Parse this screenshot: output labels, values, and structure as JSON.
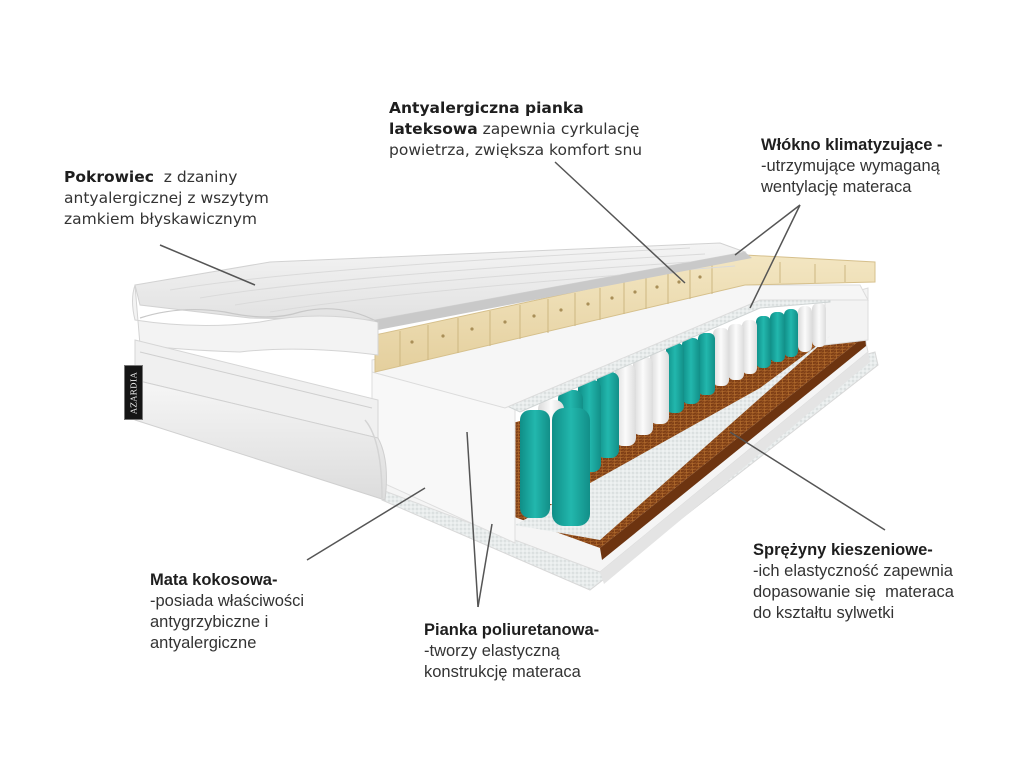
{
  "brand": {
    "label": "AZARDIA"
  },
  "colors": {
    "background": "#ffffff",
    "text": "#333333",
    "leader_line": "#555555",
    "latex": "#efe0b8",
    "spring_teal": "#1aa9a0",
    "spring_white": "#f2f2f2",
    "coconut": "#8a4a1c",
    "foam": "#f7f7f7",
    "brand_tag": "#151515"
  },
  "callouts": {
    "pokrowiec": {
      "title": "Pokrowiec",
      "line1_rest": "  z dzaniny",
      "line2": "antyalergicznej z wszytym",
      "line3": "zamkiem błyskawicznym"
    },
    "latex": {
      "title_line1": "Antyalergiczna pianka",
      "title_line2": "lateksowa",
      "line2_rest": " zapewnia cyrkulację",
      "line3": "powietrza, zwiększa komfort snu"
    },
    "fiber": {
      "title": "Włókno klimatyzujące -",
      "line2": "-utrzymujące wymaganą",
      "line3": "wentylację materaca"
    },
    "coconut": {
      "title": "Mata kokosowa-",
      "line2": "-posiada właściwości",
      "line3": "antygrzybiczne i",
      "line4": "antyalergiczne"
    },
    "pu_foam": {
      "title": "Pianka poliuretanowa-",
      "line2": "-tworzy elastyczną",
      "line3": "konstrukcję materaca"
    },
    "springs": {
      "title": "Sprężyny kieszeniowe-",
      "line2": "-ich elastyczność zapewnia",
      "line3": "dopasowanie się  materaca",
      "line4": "do kształtu sylwetki"
    }
  }
}
